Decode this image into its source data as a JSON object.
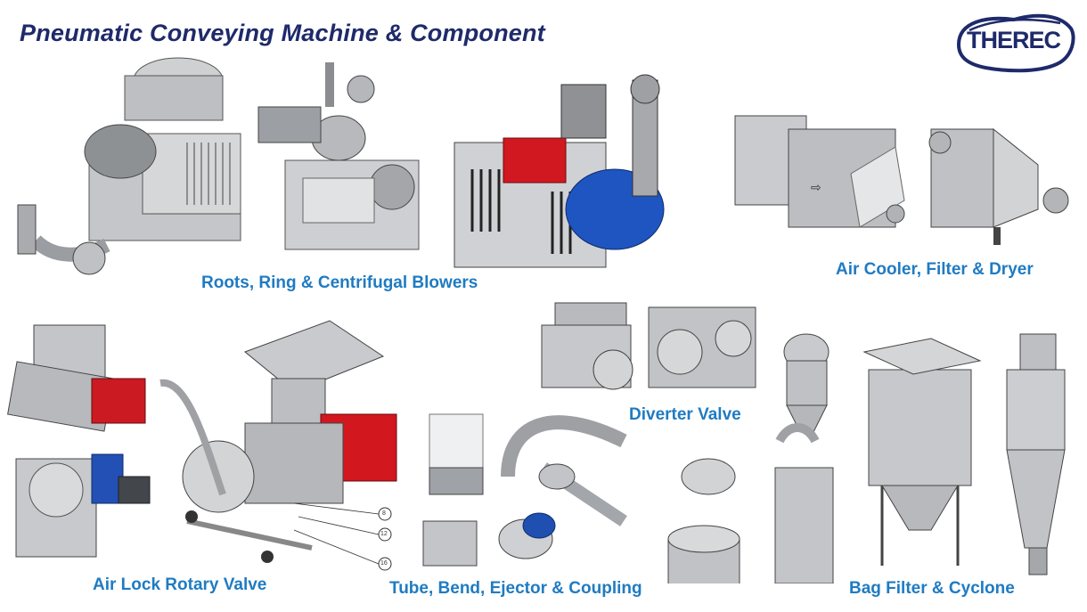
{
  "slide": {
    "title": "Pneumatic Conveying  Machine & Component",
    "logo_text": "THEREC"
  },
  "sections": [
    {
      "id": "blowers",
      "label": "Roots, Ring & Centrifugal  Blowers"
    },
    {
      "id": "cooler",
      "label": "Air Cooler, Filter & Dryer"
    },
    {
      "id": "diverter",
      "label": "Diverter Valve"
    },
    {
      "id": "airlock",
      "label": "Air Lock Rotary Valve"
    },
    {
      "id": "tube",
      "label": "Tube, Bend, Ejector & Coupling"
    },
    {
      "id": "bagfilter",
      "label": "Bag Filter & Cyclone"
    }
  ],
  "callouts": [
    "8",
    "12",
    "16"
  ],
  "colors": {
    "title": "#1f2a6b",
    "label": "#1f7bc2",
    "metal": "#b9bcc0",
    "red": "#c8141c",
    "blue": "#1f4fb0"
  }
}
